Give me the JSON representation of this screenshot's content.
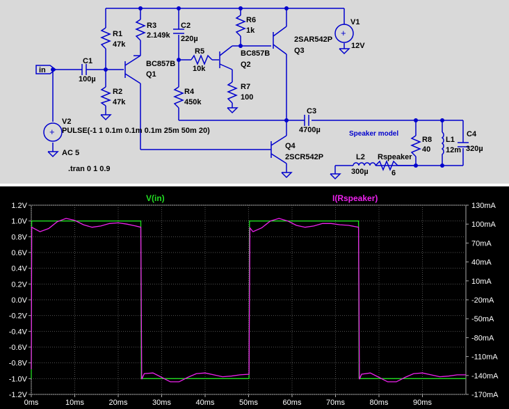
{
  "schematic": {
    "components": [
      {
        "name": "R1",
        "value": "47k"
      },
      {
        "name": "R2",
        "value": "47k"
      },
      {
        "name": "R3",
        "value": "2.149k"
      },
      {
        "name": "C2",
        "value": "220µ"
      },
      {
        "name": "R5",
        "value": "10k"
      },
      {
        "name": "R4",
        "value": "450k"
      },
      {
        "name": "R6",
        "value": "1k"
      },
      {
        "name": "R7",
        "value": "100"
      },
      {
        "name": "C1",
        "value": "100µ"
      },
      {
        "name": "C3",
        "value": "4700µ"
      },
      {
        "name": "R8",
        "value": "40"
      },
      {
        "name": "L1",
        "value": "12m"
      },
      {
        "name": "C4",
        "value": "320µ"
      },
      {
        "name": "L2",
        "value": "300µ"
      },
      {
        "name": "Rspeaker",
        "value": "6"
      },
      {
        "name": "V1",
        "value": "12V"
      },
      {
        "name": "V2",
        "value": "PULSE(-1 1 0.1m 0.1m 0.1m 25m 50m 20)"
      }
    ],
    "transistors": [
      {
        "type": "BC857B",
        "name": "Q1"
      },
      {
        "type": "BC857B",
        "name": "Q2"
      },
      {
        "type": "2SAR542P",
        "name": "Q3"
      },
      {
        "type": "2SCR542P",
        "name": "Q4"
      }
    ],
    "v2_ac": "AC 5",
    "net_label": "in",
    "speaker_model_label": "Speaker model",
    "directive": ".tran 0 1 0.9"
  },
  "plot": {
    "trace_labels": [
      {
        "text": "V(in)",
        "color": "#22dd22"
      },
      {
        "text": "I(Rspeaker)",
        "color": "#ee22ee"
      }
    ],
    "left_axis_ticks": [
      "1.2V",
      "1.0V",
      "0.8V",
      "0.6V",
      "0.4V",
      "0.2V",
      "0.0V",
      "-0.2V",
      "-0.4V",
      "-0.6V",
      "-0.8V",
      "-1.0V",
      "-1.2V"
    ],
    "right_axis_ticks": [
      "130mA",
      "100mA",
      "70mA",
      "40mA",
      "10mA",
      "-20mA",
      "-50mA",
      "-80mA",
      "-110mA",
      "-140mA",
      "-170mA"
    ],
    "x_axis_ticks": [
      "0ms",
      "10ms",
      "20ms",
      "30ms",
      "40ms",
      "50ms",
      "60ms",
      "70ms",
      "80ms",
      "90ms"
    ]
  },
  "chart_data": {
    "type": "line",
    "xlabel": "",
    "xlim": [
      0,
      100
    ],
    "x_unit": "ms",
    "y_left": {
      "unit": "V",
      "ylim": [
        -1.2,
        1.2
      ]
    },
    "y_right": {
      "unit": "mA",
      "ylim": [
        -170,
        130
      ]
    },
    "series": [
      {
        "name": "V(in)",
        "axis": "left",
        "color": "#22dd22",
        "x": [
          0,
          0.1,
          25.2,
          25.3,
          50.1,
          50.2,
          75.3,
          75.4,
          100
        ],
        "y": [
          -1.0,
          1.0,
          1.0,
          -1.0,
          -1.0,
          1.0,
          1.0,
          -1.0,
          -1.0
        ]
      },
      {
        "name": "I(Rspeaker)",
        "axis": "right",
        "color": "#ee22ee",
        "x": [
          0,
          0.1,
          2,
          4,
          6,
          8,
          10,
          12,
          14,
          16,
          18,
          20,
          22,
          24,
          25.2,
          25.4,
          26,
          28,
          30,
          32,
          34,
          36,
          38,
          40,
          42,
          44,
          46,
          48,
          50.1,
          50.3,
          51,
          53,
          55,
          57,
          59,
          61,
          63,
          65,
          67,
          69,
          71,
          73,
          75.3,
          75.5,
          76,
          78,
          80,
          82,
          84,
          86,
          88,
          90,
          92,
          94,
          96,
          98,
          100
        ],
        "y": [
          -130,
          95,
          88,
          93,
          104,
          109,
          106,
          99,
          95,
          97,
          101,
          102,
          100,
          97,
          95,
          -146,
          -137,
          -136,
          -143,
          -150,
          -150,
          -143,
          -137,
          -136,
          -139,
          -142,
          -141,
          -139,
          -138,
          94,
          88,
          94,
          105,
          109,
          105,
          98,
          95,
          97,
          101,
          101,
          99,
          98,
          95,
          -146,
          -138,
          -136,
          -143,
          -150,
          -150,
          -143,
          -137,
          -136,
          -139,
          -142,
          -141,
          -139,
          -139
        ]
      }
    ]
  }
}
